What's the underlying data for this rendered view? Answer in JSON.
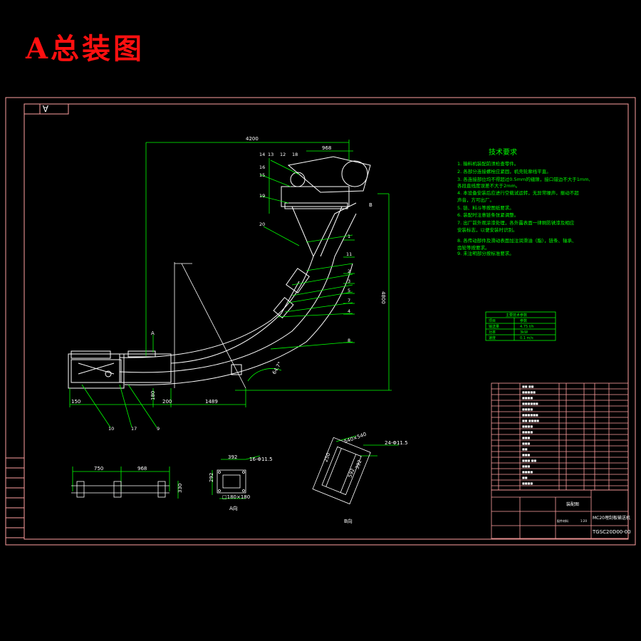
{
  "title": "A总装图",
  "tab": "A",
  "dims": {
    "overall_width": "4200",
    "top_width": "968",
    "height": "4800",
    "angle": "64.7°",
    "bottom_a": "1489",
    "bottom_b": "200",
    "bottom_c": "150",
    "side": "180",
    "view_a_w": "392",
    "view_a_h": "292",
    "view_a_bolt": "16-Φ11.5",
    "view_a_hole": "□180×180",
    "view_b_bolt": "24-Φ11.5",
    "view_b_size": "540×540",
    "view_b_w": "392",
    "view_b_h": "592",
    "view_b_s": "250",
    "lower_left": "750",
    "lower_right": "968",
    "lower_height": "330"
  },
  "part_numbers": [
    "14",
    "13",
    "12",
    "18",
    "16",
    "15",
    "19",
    "20",
    "1",
    "11",
    "2",
    "3",
    "5",
    "7",
    "4",
    "8",
    "10",
    "17",
    "9"
  ],
  "view_labels": {
    "a": "A",
    "b": "B",
    "view_a": "A向",
    "view_b": "B向"
  },
  "tech": {
    "heading": "技术要求",
    "items": [
      "1. 输料机装配前须检查零件。",
      "2. 各部分连接螺栓应紧固，机壳轮廓线平直。",
      "3. 各连接部位均不得超过0.5mm的缝隙，接口错边不大于1mm,",
      "   各段直线度误差不大于2mm。",
      "4. 本设备安装后应进行空载试运转，无异常噪声，振动不超",
      "   声音，方可出厂。",
      "5. 链、料斗等按图纸要求。",
      "6. 装配时注意链条张紧调整。",
      "7. 出厂前外观涂漆处理，各外露表面一律刷防锈漆及相应",
      "   安装标志，以便安装时识别。",
      "8. 各传动部件及滑动表面加注润滑油（脂），链条、轴承、",
      "   齿轮等按要求。",
      "9. 未注明部分按标准要求。"
    ]
  },
  "param_table": {
    "title": "主要技术参数",
    "rows": [
      [
        "项目",
        "参数"
      ],
      [
        "输送量",
        "4.75 t/h"
      ],
      [
        "功率",
        "3kW"
      ],
      [
        "速度",
        "0.1 m/s"
      ]
    ]
  },
  "title_block": {
    "drawing_name": "MC20埋刮板输送机",
    "drawing_no": "TGSC20D00-00",
    "assembly": "装配图",
    "material": "配件材料",
    "scale": "1:20"
  }
}
